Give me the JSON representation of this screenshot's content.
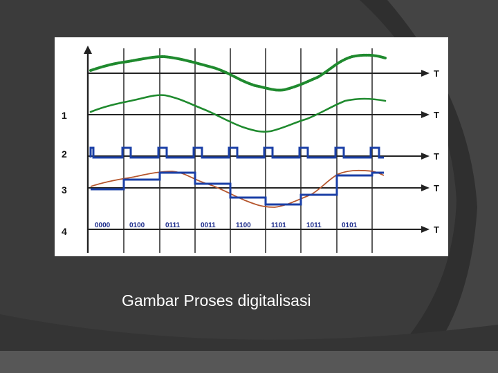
{
  "caption": "Gambar Proses digitalisasi",
  "diagram": {
    "row_labels": [
      "1",
      "2",
      "3",
      "4"
    ],
    "axis_label": "T",
    "binary_codes": [
      "0000",
      "0100",
      "0111",
      "0011",
      "1100",
      "1101",
      "1011",
      "0101"
    ]
  },
  "colors": {
    "slide_background": "#3b3b3b",
    "analog_signal": "#1f8a2e",
    "pulse_signal": "#1a3fa6",
    "reference_curve": "#b5562d",
    "caption_text": "#ffffff"
  }
}
